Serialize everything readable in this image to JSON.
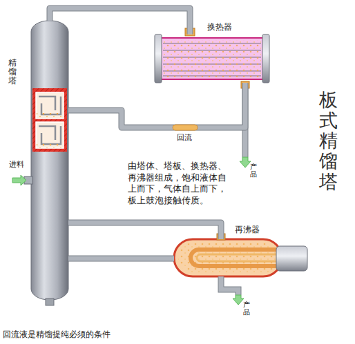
{
  "diagram": {
    "title": "板式精馏塔",
    "caption": "回流液是精馏提纯必须的条件",
    "nodes": [
      {
        "text": [
          "精馏塔"
        ]
      },
      {
        "text": [
          "换热器"
        ]
      },
      {
        "text": [
          "再沸器"
        ]
      }
    ],
    "edges": [
      {
        "from": 0,
        "to": 1,
        "arrow": "none"
      },
      {
        "from": 1,
        "to": 0,
        "label": "回流",
        "arrow": "none"
      },
      {
        "from": 0,
        "to": 2,
        "arrow": "none"
      },
      {
        "from": 2,
        "to": 0,
        "arrow": "none"
      }
    ],
    "labels": [
      "产品",
      "进料",
      "由塔体、塔板、换热器、再沸器组成，饱和液体自上而下，气体自上而下，板上鼓泡接触传质。",
      "产品"
    ]
  }
}
